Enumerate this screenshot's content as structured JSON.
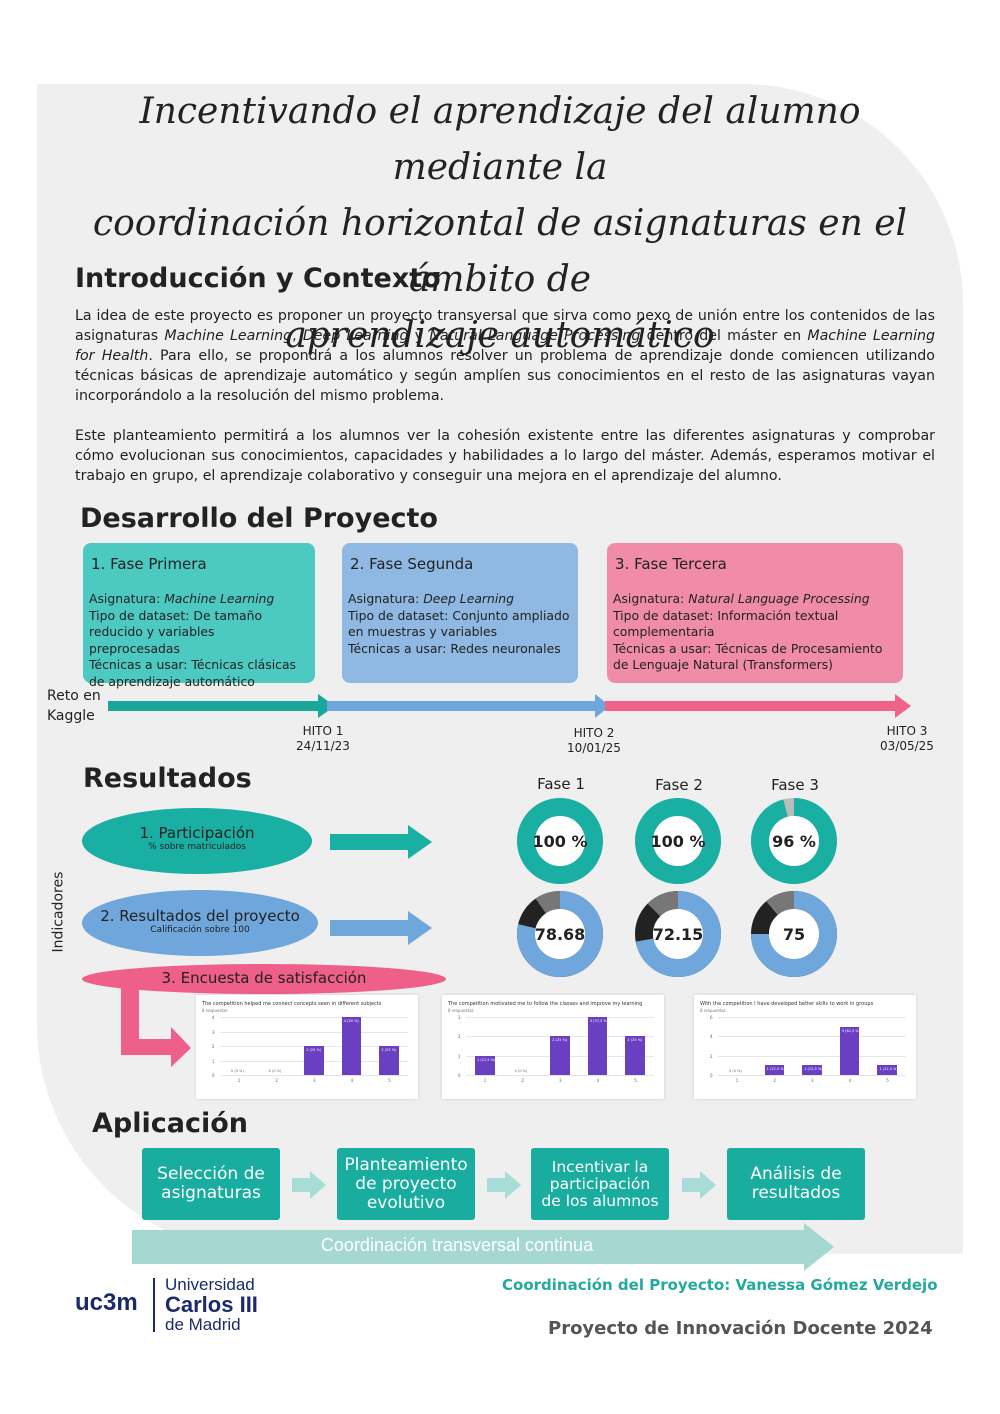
{
  "title": {
    "line1": "Incentivando el aprendizaje del alumno mediante la",
    "line2": "coordinación horizontal de asignaturas en el ámbito de",
    "line3": "aprendizaje automático"
  },
  "intro": {
    "heading": "Introducción y Contexto",
    "p1": [
      "La idea de este proyecto es proponer un proyecto transversal que sirva como nexo de unión entre los contenidos de las asignaturas ",
      "Machine Learning",
      ", ",
      "Deep Learning",
      " y ",
      "Natural Language Processing",
      " dentro del máster en ",
      "Machine Learning for Health",
      ". Para ello, se propondrá a los alumnos resolver un problema de aprendizaje donde comiencen utilizando técnicas básicas de aprendizaje automático y según amplíen sus conocimientos en el resto de las asignaturas vayan incorporándolo a la resolución del mismo problema."
    ],
    "p2": "Este planteamiento permitirá a los alumnos ver la cohesión existente entre las diferentes asignaturas y comprobar cómo evolucionan sus conocimientos, capacidades y habilidades a lo largo del máster. Además, esperamos motivar el trabajo en grupo, el aprendizaje colaborativo y conseguir una mejora en el aprendizaje del alumno."
  },
  "desarrollo": {
    "heading": "Desarrollo del Proyecto",
    "phases": [
      {
        "title": "1. Fase Primera",
        "asig_label": "Asignatura: ",
        "asig": "Machine Learning",
        "dataset": "Tipo de dataset: De tamaño reducido y variables preprocesadas",
        "tecnicas": "Técnicas a usar: Técnicas clásicas de aprendizaje automático",
        "color": "#4cc9c0"
      },
      {
        "title": "2. Fase Segunda",
        "asig_label": "Asignatura: ",
        "asig": "Deep Learning",
        "dataset": "Tipo de dataset: Conjunto ampliado en muestras y variables",
        "tecnicas": "Técnicas a usar: Redes neuronales",
        "color": "#8fb8e2"
      },
      {
        "title": "3. Fase Tercera",
        "asig_label": "Asignatura: ",
        "asig": "Natural Language Processing",
        "dataset": "Tipo de dataset: Información textual complementaria",
        "tecnicas": "Técnicas a usar: Técnicas de Procesamiento de Lenguaje Natural (Transformers)",
        "color": "#f08ca8"
      }
    ],
    "timeline_label_1": "Reto en",
    "timeline_label_2": "Kaggle",
    "hitos": [
      {
        "name": "HITO 1",
        "date": "24/11/23"
      },
      {
        "name": "HITO 2",
        "date": "10/01/25"
      },
      {
        "name": "HITO 3",
        "date": "03/05/25"
      }
    ]
  },
  "resultados": {
    "heading": "Resultados",
    "indicadores_label": "Indicadores",
    "fases": [
      "Fase 1",
      "Fase 2",
      "Fase 3"
    ],
    "ind1": {
      "title": "1. Participación",
      "sub": "% sobre matriculados"
    },
    "ind2": {
      "title": "2. Resultados del proyecto",
      "sub": "Calificación sobre 100"
    },
    "ind3": {
      "title": "3. Encuesta de satisfacción"
    },
    "participacion": [
      {
        "label": "100 %",
        "value": 100
      },
      {
        "label": "100 %",
        "value": 100
      },
      {
        "label": "96 %",
        "value": 96
      }
    ],
    "calificacion": [
      {
        "label": "78.68",
        "value": 78.68
      },
      {
        "label": "72.15",
        "value": 72.15
      },
      {
        "label": "75",
        "value": 75
      }
    ],
    "colors": {
      "teal": "#1aafa3",
      "blue": "#6fa6dc",
      "gray": "#bbbbbb",
      "dark": "#222222",
      "mid": "#777777"
    }
  },
  "surveys": [
    {
      "question": "The competition helped me connect concepts seen in different subjects",
      "responses": "8 respuestas",
      "yticks": [
        "0",
        "1",
        "2",
        "3",
        "4"
      ],
      "ymax": 4,
      "x": [
        "1",
        "2",
        "3",
        "4",
        "5"
      ],
      "values": [
        0,
        0,
        2,
        4,
        2
      ],
      "labels": [
        "0 (0 %)",
        "0 (0 %)",
        "2 (25 %)",
        "4 (50 %)",
        "2 (25 %)"
      ]
    },
    {
      "question": "The competition motivated me to follow the classes and improve my learning",
      "responses": "8 respuestas",
      "yticks": [
        "0",
        "1",
        "2",
        "3"
      ],
      "ymax": 3,
      "x": [
        "1",
        "2",
        "3",
        "4",
        "5"
      ],
      "values": [
        1,
        0,
        2,
        3,
        2
      ],
      "labels": [
        "1 (12,5 %)",
        "0 (0 %)",
        "2 (25 %)",
        "3 (37,5 %)",
        "2 (25 %)"
      ]
    },
    {
      "question": "With the competition I have developed better skills to work in groups",
      "responses": "8 respuestas",
      "yticks": [
        "0",
        "2",
        "4",
        "6"
      ],
      "ymax": 6,
      "x": [
        "1",
        "2",
        "3",
        "4",
        "5"
      ],
      "values": [
        0,
        1,
        1,
        5,
        1
      ],
      "labels": [
        "0 (0 %)",
        "1 (12,5 %)",
        "1 (12,5 %)",
        "5 (62,5 %)",
        "1 (12,5 %)"
      ]
    }
  ],
  "aplicacion": {
    "heading": "Aplicación",
    "steps": [
      [
        "Selección de",
        "asignaturas"
      ],
      [
        "Planteamiento",
        "de proyecto",
        "evolutivo"
      ],
      [
        "Incentivar la",
        "participación",
        "de los alumnos"
      ],
      [
        "Análisis de",
        "resultados"
      ]
    ],
    "banner": "Coordinación transversal continua"
  },
  "footer": {
    "logo_uc3m": "uc3m",
    "logo_l1": "Universidad",
    "logo_l2": "Carlos III",
    "logo_l3": "de Madrid",
    "coord": "Coordinación del Proyecto: Vanessa Gómez Verdejo",
    "pid": "Proyecto de Innovación Docente 2024"
  }
}
